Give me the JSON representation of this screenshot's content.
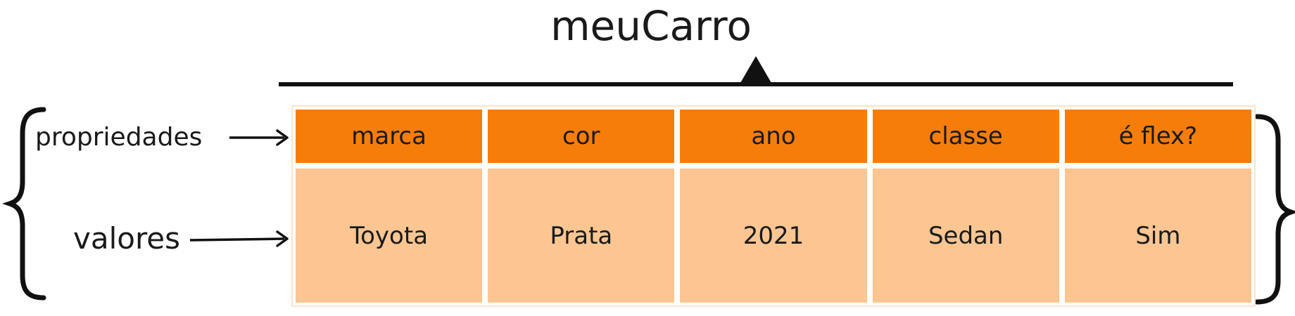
{
  "title": "meuCarro",
  "labels": {
    "properties": "propriedades",
    "values": "valores"
  },
  "properties": [
    "marca",
    "cor",
    "ano",
    "classe",
    "é flex?"
  ],
  "values": [
    "Toyota",
    "Prata",
    "2021",
    "Sedan",
    "Sim"
  ],
  "colors": {
    "property_cell": "#f77d0b",
    "value_cell": "#fcc592",
    "lines": "#111111"
  }
}
